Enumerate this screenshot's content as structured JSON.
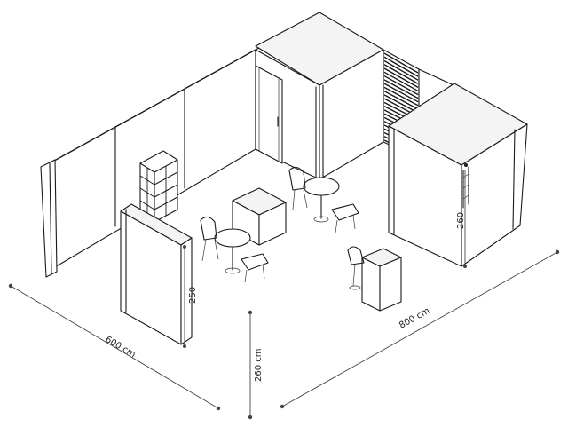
{
  "dimensions": {
    "width_label": "600 cm",
    "length_label": "800 cm",
    "height_label": "260 cm",
    "panel_height_label": "250",
    "room_height_label": "260"
  },
  "icons": [
    "door-icon",
    "shelf-icon",
    "chair-icon",
    "table-icon",
    "cube-icon",
    "counter-icon",
    "slat-wall-icon"
  ]
}
